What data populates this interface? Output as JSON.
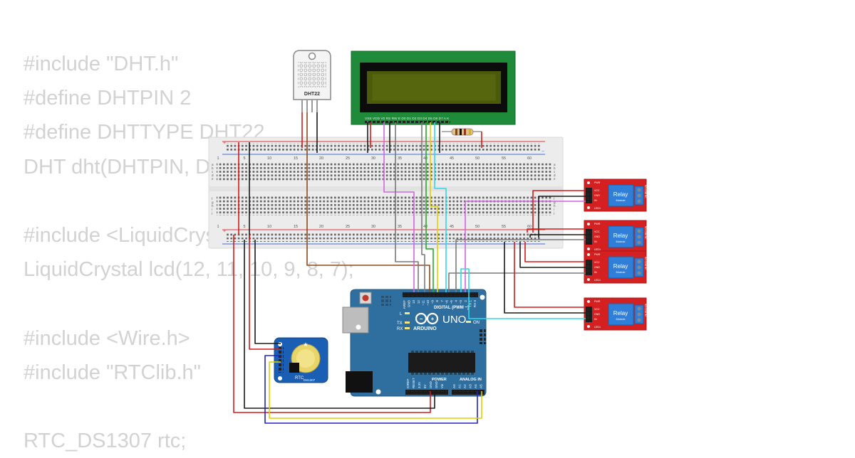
{
  "code_lines": [
    "#include \"DHT.h\"",
    "#define DHTPIN 2",
    "#define DHTTYPE DHT22",
    "DHT dht(DHTPIN, DHTTYPE);",
    "",
    "#include <LiquidCrystal.h>",
    "LiquidCrystal lcd(12, 11, 10, 9, 8, 7);",
    "",
    "#include <Wire.h>",
    "#include \"RTClib.h\"",
    "",
    "RTC_DS1307 rtc;"
  ],
  "dht": {
    "label": "DHT22"
  },
  "lcd": {
    "pin_labels": "VSS VDD V0 RS RW E D0 D1 D2 D3 D4 D5 D6 D7 A K"
  },
  "breadboard": {
    "column_numbers": [
      "1",
      "5",
      "10",
      "15",
      "20",
      "25",
      "30",
      "35",
      "40",
      "45",
      "50",
      "55",
      "60"
    ],
    "row_letters": [
      "a",
      "b",
      "c",
      "d",
      "e",
      "f",
      "g",
      "h",
      "i",
      "j"
    ]
  },
  "relays": [
    {
      "name": "Relay",
      "sub": "Module",
      "pins": [
        "VCC",
        "GND",
        "IN"
      ],
      "led": "LED1",
      "pwr": "PWR",
      "terminals": "NO COM NC"
    },
    {
      "name": "Relay",
      "sub": "Module",
      "pins": [
        "VCC",
        "GND",
        "IN"
      ],
      "led": "LED1",
      "pwr": "PWR",
      "terminals": "NO COM NC"
    },
    {
      "name": "Relay",
      "sub": "Module",
      "pins": [
        "VCC",
        "GND",
        "IN"
      ],
      "led": "LED1",
      "pwr": "PWR",
      "terminals": "NO COM NC"
    },
    {
      "name": "Relay",
      "sub": "Module",
      "pins": [
        "VCC",
        "GND",
        "IN"
      ],
      "led": "LED1",
      "pwr": "PWR",
      "terminals": "NO COM NC"
    }
  ],
  "arduino": {
    "brand": "ARDUINO",
    "model": "UNO",
    "digital_label": "DIGITAL (PWM ~)",
    "digital_pins": [
      "AREF",
      "GND",
      "13",
      "12",
      "~11",
      "~10",
      "~9",
      "8",
      "7",
      "~6",
      "~5",
      "4",
      "~3",
      "2",
      "TX 1",
      "RX 0"
    ],
    "power_label": "POWER",
    "analog_label": "ANALOG IN",
    "power_pins": [
      "IOREF",
      "RESET",
      "3.3V",
      "5V",
      "GND",
      "GND",
      "Vin"
    ],
    "analog_pins": [
      "A0",
      "A1",
      "A2",
      "A3",
      "A4",
      "A5"
    ],
    "led_labels": [
      "L",
      "TX",
      "RX"
    ],
    "on_label": "ON"
  },
  "rtc": {
    "label": "RTC",
    "chip": "DS1307",
    "pins": [
      "SQW",
      "SCL",
      "SDA",
      "VCC",
      "GND"
    ]
  },
  "colors": {
    "wire_red": "#d31a1a",
    "wire_black": "#1a1a1a",
    "wire_brown": "#8a4a1e",
    "wire_violet": "#d066e0",
    "wire_gray": "#7a7a7a",
    "wire_green": "#2aa82a",
    "wire_yellow": "#e0d000",
    "wire_cyan": "#30d8e8",
    "wire_blue": "#2222c8",
    "lcd_board": "#1f8a3a",
    "lcd_screen": "#4a5a0a",
    "uno_board": "#2f6f9f",
    "relay_board": "#d42020",
    "relay_block": "#2f7fd8",
    "rtc_board": "#1a5fb4",
    "breadboard": "#ececec"
  }
}
